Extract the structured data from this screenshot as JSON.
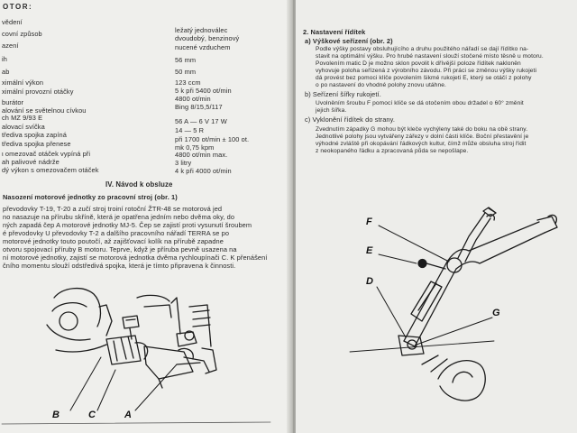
{
  "left_page": {
    "header": "OTOR:",
    "specs_labels": [
      "vědení",
      "covní způsob",
      "azení",
      "ih",
      "ab",
      "ximální výkon",
      "ximální provozní otáčky",
      "burátor",
      "alování se světelnou cívkou",
      "ch MZ 9/93 E",
      "alovací svíčka",
      "třediva spojka zapíná",
      "třediva spojka přenese",
      "ι omezovač otáček vypíná při",
      "ah palivové nádrže",
      "dý výkon s omezovačem otáček"
    ],
    "specs_values": [
      "ležatý jednoválec",
      "dvoudobý, benzinový",
      "nucené vzduchem",
      "56 mm",
      "50 mm",
      "123 ccm",
      "5 k při 5400 ot/min",
      "4800 ot/min",
      "Bing 8/15,5/117",
      "",
      "56 A — 6 V 17 W",
      "14 — 5 R",
      "při 1700 ot/min ± 100 ot.",
      "mk 0,75 kpm",
      "4800 ot/min max.",
      "3 litry",
      "4 k při 4000 ot/min"
    ],
    "section_title": "IV. Návod k obsluze",
    "subsection_title": "Nasození motorové jednotky zo pracovní stroj (obr. 1)",
    "body_lines": [
      "převodovky T-19, T-20 a zučí stroj troiní rotoční ŽTR-48 se motorová jed",
      "no nasazuje na přírubu skříně, která je opatřena jedním nebo dvěma oky, do",
      "ných zapadá čep A motorové jednotky MJ-5. Čep se zajistí proti vysunutí šroubem",
      "é převodovky U převodovky T-2 a dalšího pracovního nářadí TERRA se po",
      "motorové jednotky touto poutočí, až zajišťovací kolík na přírubě zapadne",
      "otvoru spojovací příruby B motoru. Teprve, když je příruba pevně usazena na",
      "ní motorové jednotky, zajistí se motorová jednotka dvěma rychloupínači C. K přenášení",
      "čního momentu slouží odstředivá spojka, která je tímto připravena k činnosti."
    ],
    "figure_labels": [
      "B",
      "C",
      "A"
    ]
  },
  "right_page": {
    "section_title": "2. Nastavení řídítek",
    "item_a_title": "a) Výškové seřízení (obr. 2)",
    "item_a_lines": [
      "Podle výšky postavy obsluhujícího a druhu použitého nářadí se dají řídítko na-",
      "stavit na optimální výšku. Pro hrubé nastavení slouží stočené místo těsně u motoru.",
      "Povolením matic D je možno sklon povolit k dřívější poloze řídítek nakloněn",
      "vyhovuje poloha seřízená z výrobního závodu. Při práci se změnou výšky rukojeti",
      "dá provést bez pomoci klíče povolením šikmé rukojeti E, který se otáčí z polohy",
      "o po nastavení do vhodné polohy znovu utáhne."
    ],
    "item_b_title": "b) Seřízení šířky rukojetí.",
    "item_b_lines": [
      "Uvolněním šroubu F pomocí klíče se dá otočením obou držadel o 60° změnit",
      "jejich šířka."
    ],
    "item_c_title": "c) Vyklonění řídítek do strany.",
    "item_c_lines": [
      "Zvednutím západky G mohou být kleče vychýleny také do boku na obě strany.",
      "Jednotlivé polohy jsou vytvářeny zářezy v dolní části klíče. Boční přestavění je",
      "výhodné zvláště při okopávání řádkových kultur, čímž může obsluha stroj řídit",
      "z neokopaného řádku a zpracovaná půda se nepošlape."
    ],
    "figure_labels": [
      "F",
      "E",
      "D",
      "G"
    ]
  }
}
